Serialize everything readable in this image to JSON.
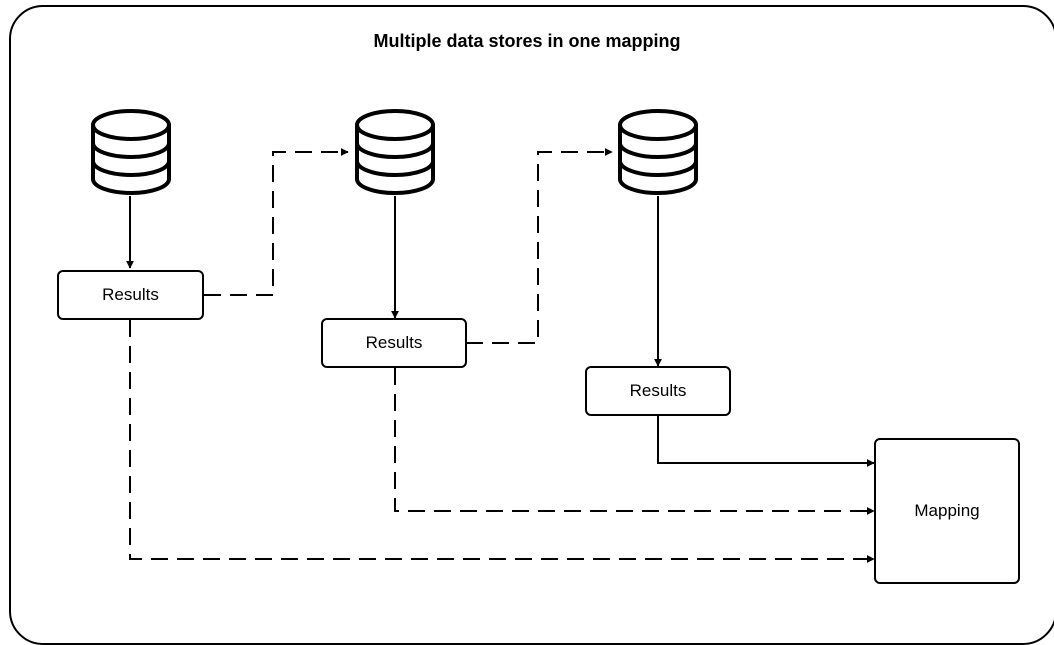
{
  "title": "Multiple data stores in one mapping",
  "nodes": {
    "results_1": "Results",
    "results_2": "Results",
    "results_3": "Results",
    "mapping": "Mapping"
  },
  "icons": {
    "store_1": "database-icon",
    "store_2": "database-icon",
    "store_3": "database-icon"
  },
  "colors": {
    "stroke": "#000000",
    "background": "#ffffff"
  }
}
